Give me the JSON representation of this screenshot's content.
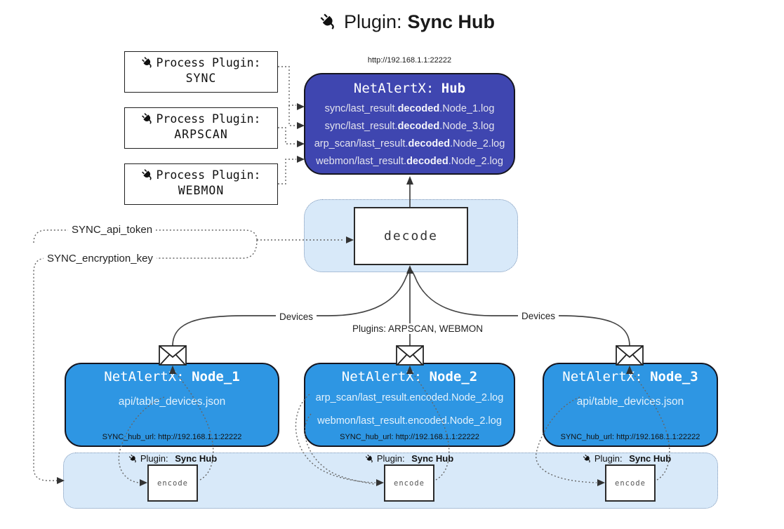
{
  "title": {
    "icon": "plug-icon",
    "prefix": "Plugin:",
    "name": "Sync Hub"
  },
  "process_plugins": [
    {
      "label": "Process Plugin:",
      "name": "SYNC"
    },
    {
      "label": "Process Plugin:",
      "name": "ARPSCAN"
    },
    {
      "label": "Process Plugin:",
      "name": "WEBMON"
    }
  ],
  "hub": {
    "url": "http://192.168.1.1:22222",
    "title_prefix": "NetAlertX:",
    "title_name": "Hub",
    "logs": [
      {
        "pre": "sync/last_result.",
        "bold": "decoded",
        "post": ".Node_1.log"
      },
      {
        "pre": "sync/last_result.",
        "bold": "decoded",
        "post": ".Node_3.log"
      },
      {
        "pre": "arp_scan/last_result.",
        "bold": "decoded",
        "post": ".Node_2.log"
      },
      {
        "pre": "webmon/last_result.",
        "bold": "decoded",
        "post": ".Node_2.log"
      }
    ]
  },
  "decode_box": {
    "label": "decode"
  },
  "settings": {
    "api_token_label": "SYNC_api_token",
    "encryption_key_label": "SYNC_encryption_key"
  },
  "edge_labels": {
    "devices_left": "Devices",
    "plugins_center": "Plugins: ARPSCAN, WEBMON",
    "devices_right": "Devices"
  },
  "nodes": [
    {
      "title_prefix": "NetAlertX:",
      "title_name": "Node_1",
      "files": [
        "api/table_devices.json"
      ],
      "hub_url": "SYNC_hub_url: http://192.168.1.1:22222"
    },
    {
      "title_prefix": "NetAlertX:",
      "title_name": "Node_2",
      "files": [
        "arp_scan/last_result.encoded.Node_2.log",
        "webmon/last_result.encoded.Node_2.log"
      ],
      "hub_url": "SYNC_hub_url: http://192.168.1.1:22222"
    },
    {
      "title_prefix": "NetAlertX:",
      "title_name": "Node_3",
      "files": [
        "api/table_devices.json"
      ],
      "hub_url": "SYNC_hub_url: http://192.168.1.1:22222"
    }
  ],
  "encode_band": {
    "plugin_label_prefix": "Plugin:",
    "plugin_label_name": "Sync Hub",
    "encode_label": "encode"
  },
  "colors": {
    "hub_fill": "#3f46b0",
    "node_fill": "#2e96e3",
    "light_blue_fill": "#d8e9f9",
    "connector_dotted": "#666666",
    "connector_solid": "#444444"
  }
}
